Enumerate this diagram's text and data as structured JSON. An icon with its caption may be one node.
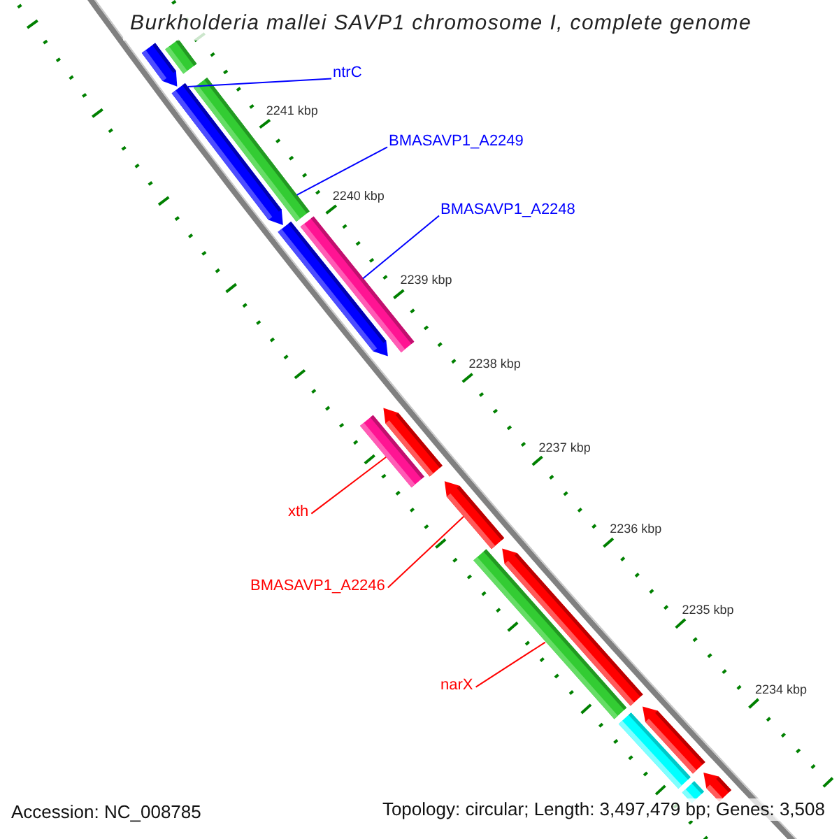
{
  "diagram": {
    "title": "Burkholderia mallei SAVP1 chromosome I, complete genome",
    "nodes": [
      {
        "text": [
          "ntrC"
        ]
      },
      {
        "text": [
          "BMASAVP1_A2249"
        ]
      },
      {
        "text": [
          "BMASAVP1_A2248"
        ]
      },
      {
        "text": [
          "xth"
        ]
      },
      {
        "text": [
          "BMASAVP1_A2246"
        ]
      },
      {
        "text": [
          "narX"
        ]
      },
      {
        "text": [],
        "shape": "arrow"
      },
      {
        "text": [],
        "shape": "bar"
      },
      {
        "text": [],
        "shape": "arrow"
      },
      {
        "text": [],
        "shape": "bar"
      },
      {
        "text": [],
        "shape": "arrow"
      },
      {
        "text": [],
        "shape": "bar"
      },
      {
        "text": [],
        "shape": "arrow"
      },
      {
        "text": [],
        "shape": "bar"
      },
      {
        "text": [],
        "shape": "arrow"
      },
      {
        "text": [],
        "shape": "arrow"
      },
      {
        "text": [],
        "shape": "bar"
      },
      {
        "text": [],
        "shape": "arrow"
      },
      {
        "text": [],
        "shape": "bar"
      },
      {
        "text": [],
        "shape": "arrow"
      },
      {
        "text": [],
        "shape": "bar"
      }
    ],
    "edges": [
      {
        "from": 0,
        "to": 8,
        "arrow": "none",
        "color": "#0000ff"
      },
      {
        "from": 1,
        "to": 9,
        "arrow": "none",
        "color": "#0000ff"
      },
      {
        "from": 2,
        "to": 11,
        "arrow": "none",
        "color": "#0000ff"
      },
      {
        "from": 3,
        "to": 13,
        "arrow": "none",
        "color": "#ff0000"
      },
      {
        "from": 4,
        "to": 14,
        "arrow": "none",
        "color": "#ff0000"
      },
      {
        "from": 5,
        "to": 16,
        "arrow": "none",
        "color": "#ff0000"
      }
    ],
    "labels": [
      "2241 kbp",
      "2240 kbp",
      "2239 kbp",
      "2238 kbp",
      "2237 kbp",
      "2236 kbp",
      "2235 kbp",
      "2234 kbp",
      "Accession: NC_008785",
      "Topology: circular; Length: 3,497,479 bp; Genes: 3,508"
    ]
  }
}
